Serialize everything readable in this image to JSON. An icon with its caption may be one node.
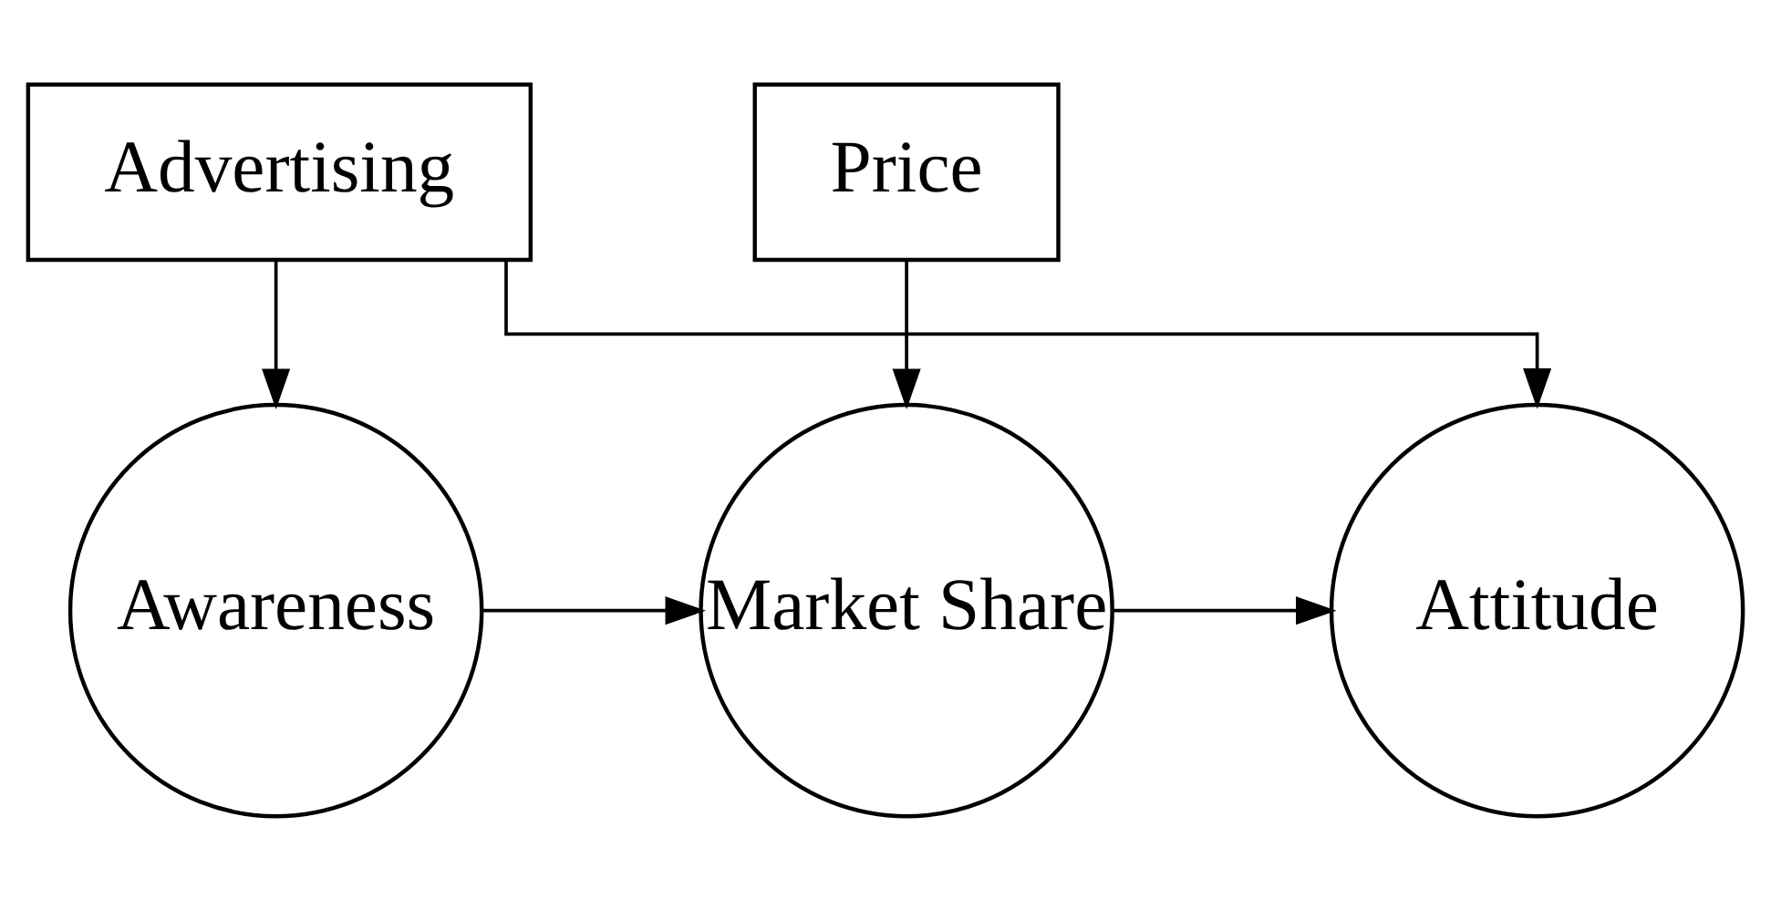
{
  "diagram": {
    "nodes": [
      {
        "text": [
          "Advertising"
        ]
      },
      {
        "text": [
          "Price"
        ]
      },
      {
        "text": [
          "Awareness"
        ]
      },
      {
        "text": [
          "Market Share"
        ]
      },
      {
        "text": [
          "Attitude"
        ]
      }
    ],
    "edges": [
      {
        "from": 0,
        "to": 2,
        "arrow": "to"
      },
      {
        "from": 0,
        "to": 4,
        "arrow": "to"
      },
      {
        "from": 1,
        "to": 3,
        "arrow": "to"
      },
      {
        "from": 2,
        "to": 3,
        "arrow": "to"
      },
      {
        "from": 3,
        "to": 4,
        "arrow": "to"
      }
    ]
  }
}
